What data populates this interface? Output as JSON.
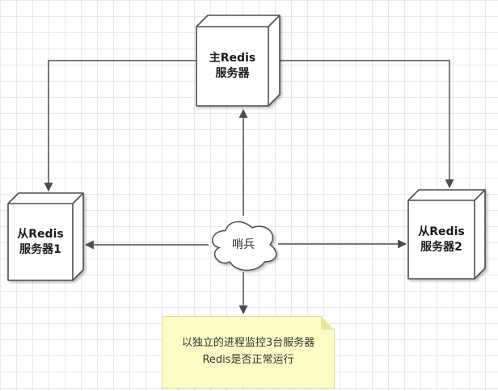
{
  "diagram": {
    "nodes": {
      "master": {
        "line1": "主Redis",
        "line2": "服务器"
      },
      "slave1": {
        "line1": "从Redis",
        "line2": "服务器1"
      },
      "slave2": {
        "line1": "从Redis",
        "line2": "服务器2"
      },
      "sentinel": {
        "label": "哨兵"
      },
      "note": {
        "text": "以独立的进程监控3台服务器Redis是否正常运行"
      }
    },
    "edges": [
      {
        "from": "master",
        "to": "slave1"
      },
      {
        "from": "master",
        "to": "slave2"
      },
      {
        "from": "sentinel",
        "to": "master"
      },
      {
        "from": "sentinel",
        "to": "slave1"
      },
      {
        "from": "sentinel",
        "to": "slave2"
      },
      {
        "from": "sentinel",
        "to": "note"
      }
    ],
    "colors": {
      "line": "#4d4d4d",
      "box_fill": "#ffffff",
      "box_stroke": "#4d4d4d",
      "note_fill": "#fcfcc4",
      "note_fold": "#e6e694",
      "grid": "#e8e8e8",
      "text": "#1a1a1a"
    }
  }
}
